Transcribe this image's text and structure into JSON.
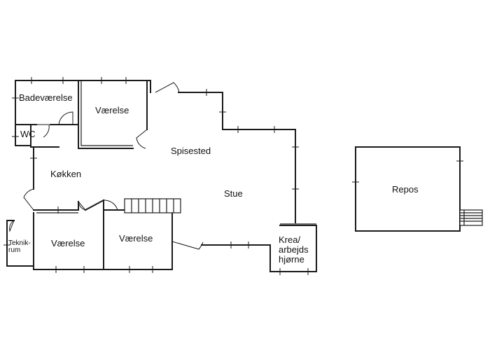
{
  "rooms": {
    "badevaerelse": "Badeværelse",
    "vaerelse_top": "Værelse",
    "wc": "WC",
    "spisested": "Spisested",
    "kokken": "Køkken",
    "stue": "Stue",
    "vaerelse_bottom_left": "Værelse",
    "vaerelse_bottom_mid": "Værelse",
    "teknikrum_line1": "Teknik-",
    "teknikrum_line2": "rum",
    "krea_line1": "Krea/",
    "krea_line2": "arbejds",
    "krea_line3": "hjørne",
    "repos": "Repos"
  },
  "colors": {
    "wall": "#1a1a1a",
    "background": "#ffffff"
  }
}
